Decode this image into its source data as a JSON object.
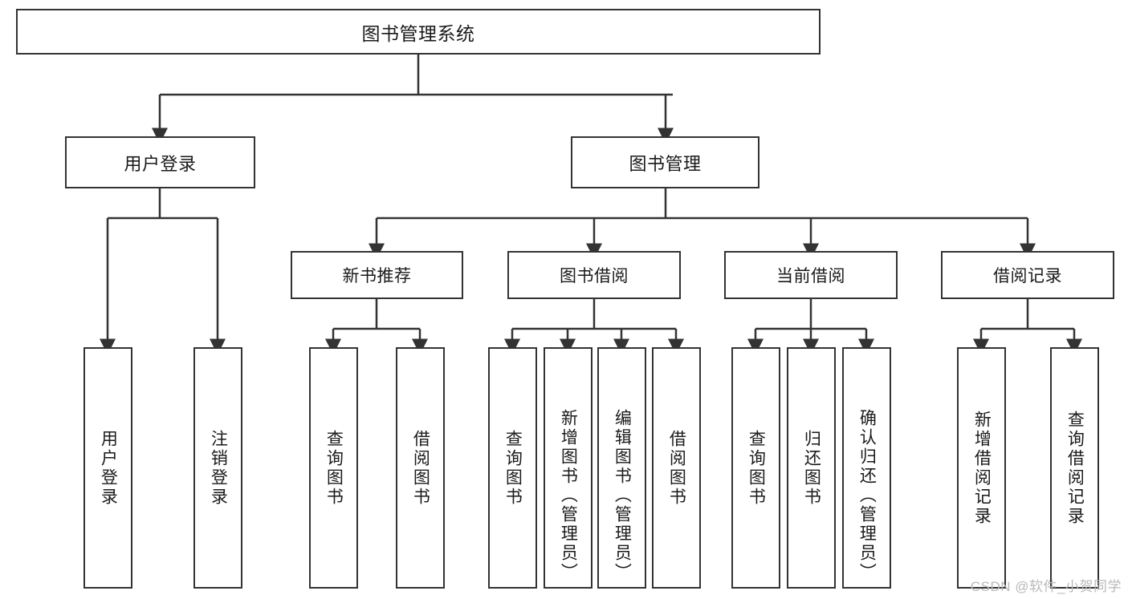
{
  "diagram": {
    "type": "tree",
    "title": "图书管理系统",
    "root": {
      "label": "图书管理系统"
    },
    "level2": [
      {
        "label": "用户登录"
      },
      {
        "label": "图书管理"
      }
    ],
    "level3": [
      {
        "label": "新书推荐"
      },
      {
        "label": "图书借阅"
      },
      {
        "label": "当前借阅"
      },
      {
        "label": "借阅记录"
      }
    ],
    "leaves": {
      "user_login": [
        {
          "label": "用户登录"
        },
        {
          "label": "注销登录"
        }
      ],
      "new_book_recommend": [
        {
          "label": "查询图书"
        },
        {
          "label": "借阅图书"
        }
      ],
      "book_borrow": [
        {
          "label": "查询图书"
        },
        {
          "label": "新增图书（管理员）"
        },
        {
          "label": "编辑图书（管理员）"
        },
        {
          "label": "借阅图书"
        }
      ],
      "current_borrow": [
        {
          "label": "查询图书"
        },
        {
          "label": "归还图书"
        },
        {
          "label": "确认归还（管理员）"
        }
      ],
      "borrow_record": [
        {
          "label": "新增借阅记录"
        },
        {
          "label": "查询借阅记录"
        }
      ]
    }
  },
  "watermark": {
    "text": "CSDN @软件_小贺同学"
  },
  "colors": {
    "box_border": "#333333",
    "box_fill": "#ffffff",
    "line": "#333333",
    "text": "#1a1a1a",
    "watermark": "#b9b9b9"
  }
}
